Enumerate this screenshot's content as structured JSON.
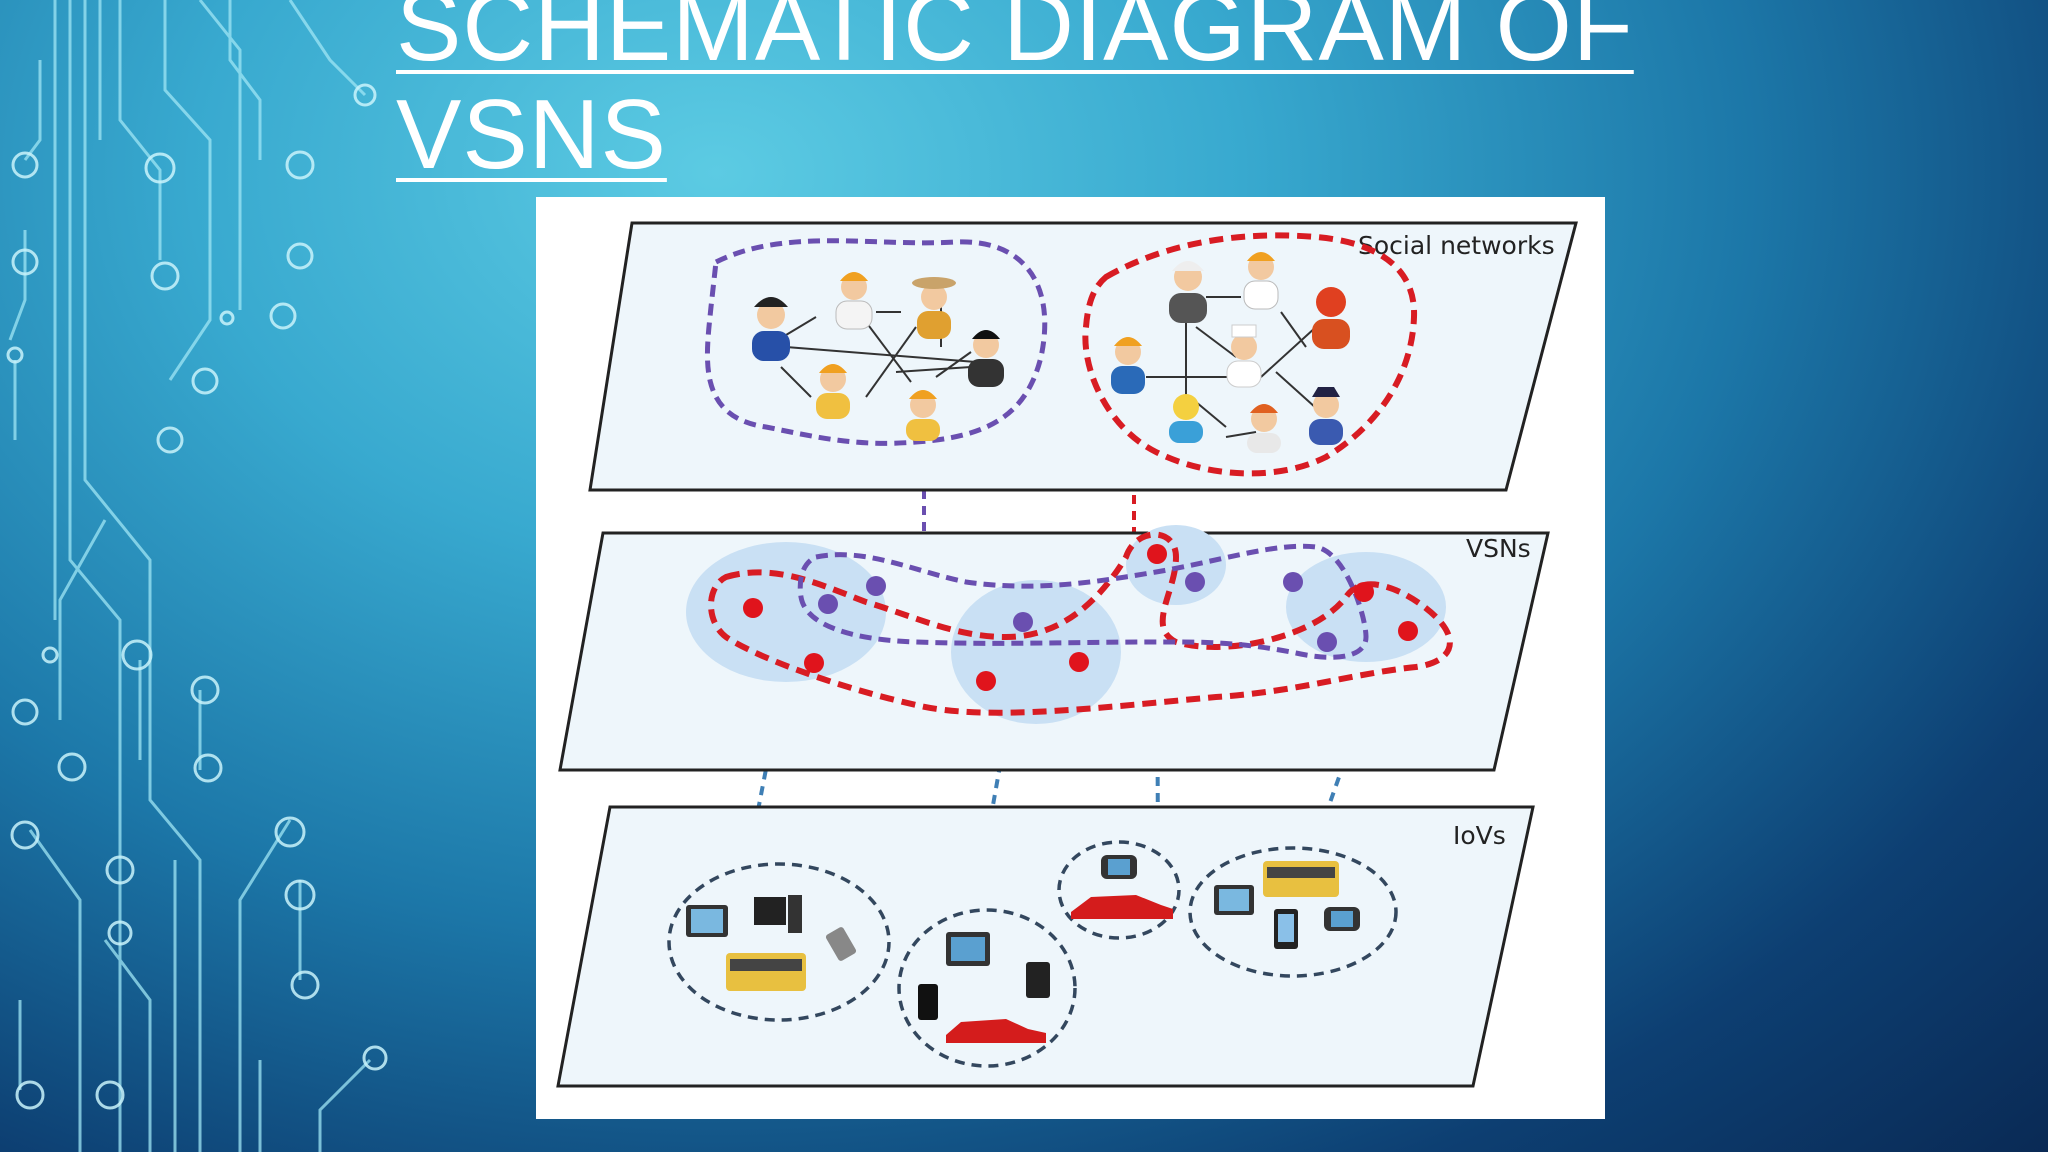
{
  "slide": {
    "title": " SCHEMATIC DIAGRAM OF VSNS"
  },
  "diagram": {
    "layers": [
      {
        "label": "Social networks"
      },
      {
        "label": "VSNs"
      },
      {
        "label": "IoVs"
      }
    ]
  },
  "colors": {
    "purple_group": "#6a4fb0",
    "red_group": "#d81c23",
    "link_blue": "#3f7fb5",
    "plane_fill": "#eef6fb",
    "cluster_fill": "#c9e0f4"
  }
}
